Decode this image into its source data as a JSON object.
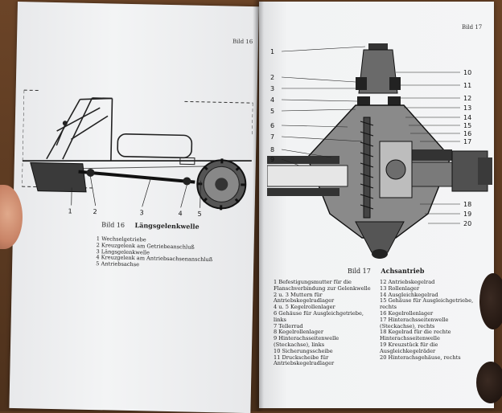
{
  "left_page": {
    "page_number": "Bild 16",
    "figure": {
      "callouts": [
        "1",
        "2",
        "3",
        "4",
        "5"
      ]
    },
    "caption": {
      "number": "Bild 16",
      "title": "Längsgelenkwelle"
    },
    "parts": [
      "1 Wechselgetriebe",
      "2 Kreuzgelenk am Getriebeanschluß",
      "3 Längsgelenkwelle",
      "4 Kreuzgelenk am Antriebsachsenanschluß",
      "5 Antriebsachse"
    ]
  },
  "right_page": {
    "page_number": "Bild 17",
    "figure": {
      "callouts_left": [
        "1",
        "2",
        "3",
        "4",
        "5",
        "6",
        "7",
        "8",
        "9"
      ],
      "callouts_right": [
        "10",
        "11",
        "12",
        "13",
        "14",
        "15",
        "16",
        "17",
        "18",
        "19",
        "20"
      ]
    },
    "caption": {
      "number": "Bild 17",
      "title": "Achsantrieb"
    },
    "parts_col_a": [
      "1 Befestigungsmutter für die Flanschverbindung zur Gelenkwelle",
      "2 u. 3 Muttern für Antriebskegelradlager",
      "4 u. 5 Kegelrollenlager",
      "6 Gehäuse für Ausgleichgetriebe, links",
      "7 Tellerrad",
      "8 Kegelrollenlager",
      "9 Hinterachsseitenwelle (Steckachse), links",
      "10 Sicherungsscheibe",
      "11 Druckscheibe für Antriebskegelradlager"
    ],
    "parts_col_b": [
      "12 Antriebskegelrad",
      "13 Rollenlager",
      "14 Ausgleichkegelrad",
      "15 Gehäuse für Ausgleichgetriebe, rechts",
      "16 Kegelrollenlager",
      "17 Hinterachsseitenwelle (Steckachse), rechts",
      "18 Kegelrad für die rechte Hinterachsseitenwelle",
      "19 Kreuzstück für die Ausgleichkegelräder",
      "20 Hinterachsgehäuse, rechts"
    ]
  }
}
